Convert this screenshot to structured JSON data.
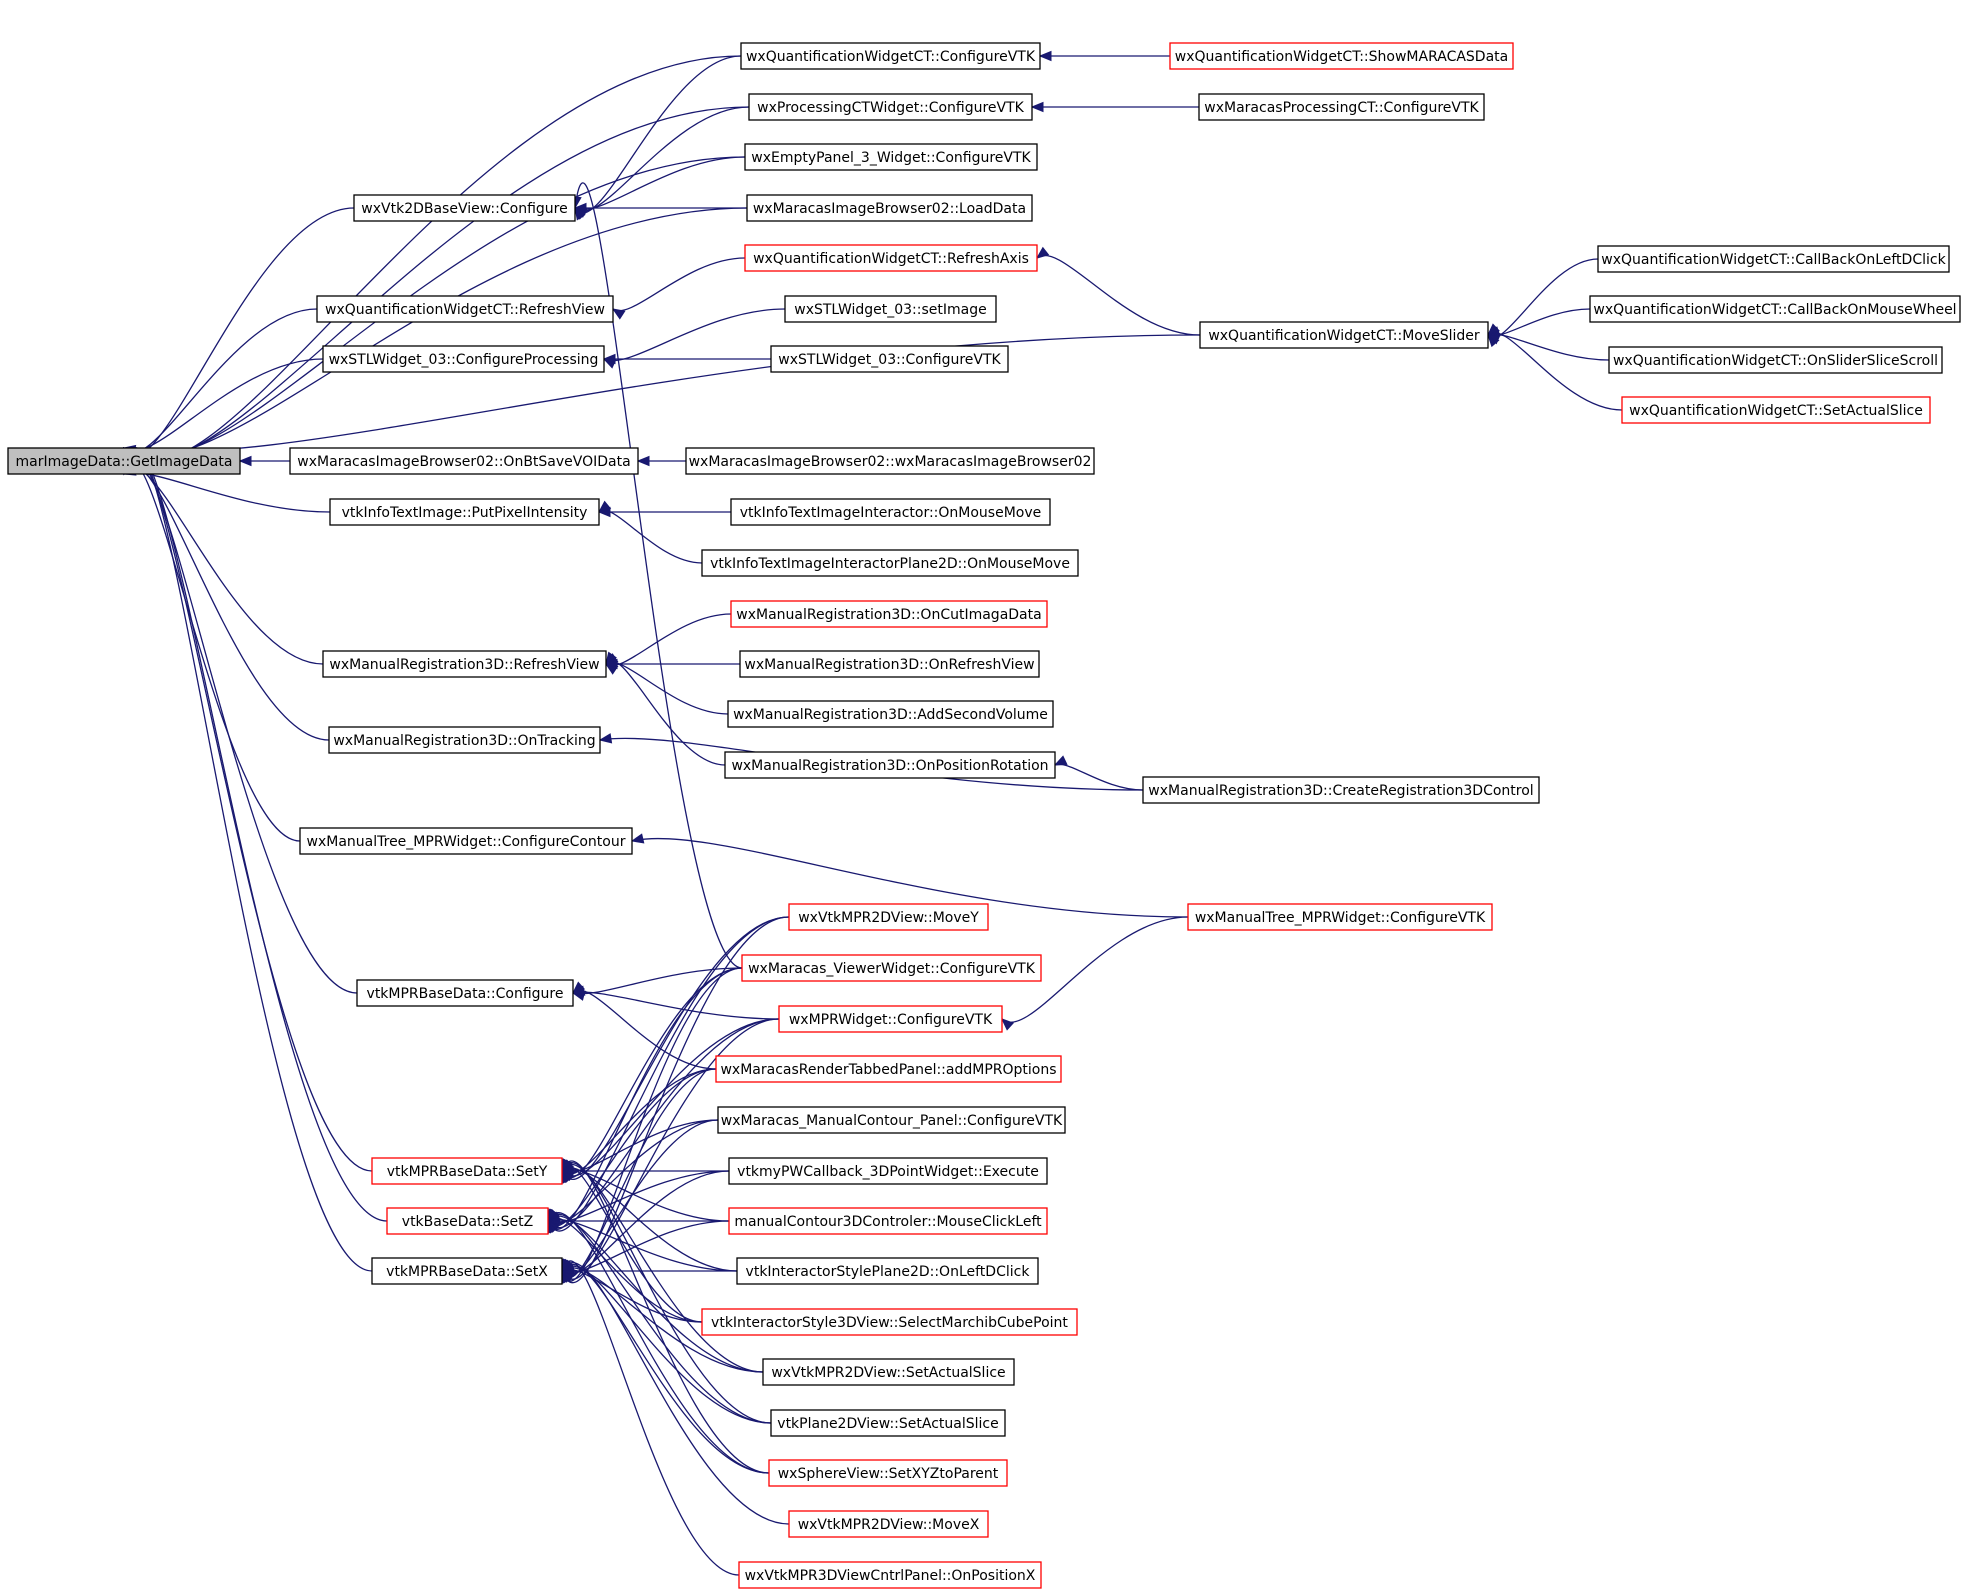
{
  "colors": {
    "edge": "#191970",
    "border_normal": "#000000",
    "border_red": "#ff0000",
    "root_fill": "#bfbfbf"
  },
  "nodes": [
    {
      "id": "root",
      "label": "marImageData::GetImageData",
      "style": "root"
    },
    {
      "id": "qwc_configvtk",
      "label": "wxQuantificationWidgetCT::ConfigureVTK",
      "style": "normal"
    },
    {
      "id": "qwc_showmaracas",
      "label": "wxQuantificationWidgetCT::ShowMARACASData",
      "style": "red"
    },
    {
      "id": "pct_configvtk",
      "label": "wxProcessingCTWidget::ConfigureVTK",
      "style": "normal"
    },
    {
      "id": "mpct_configvtk",
      "label": "wxMaracasProcessingCT::ConfigureVTK",
      "style": "normal"
    },
    {
      "id": "empty_configvtk",
      "label": "wxEmptyPanel_3_Widget::ConfigureVTK",
      "style": "normal"
    },
    {
      "id": "vtk2d_configure",
      "label": "wxVtk2DBaseView::Configure",
      "style": "normal"
    },
    {
      "id": "mib_loaddata",
      "label": "wxMaracasImageBrowser02::LoadData",
      "style": "normal"
    },
    {
      "id": "qwc_refreshaxis",
      "label": "wxQuantificationWidgetCT::RefreshAxis",
      "style": "red"
    },
    {
      "id": "qwc_refreshview",
      "label": "wxQuantificationWidgetCT::RefreshView",
      "style": "normal"
    },
    {
      "id": "stl_setimage",
      "label": "wxSTLWidget_03::setImage",
      "style": "normal"
    },
    {
      "id": "stl_configproc",
      "label": "wxSTLWidget_03::ConfigureProcessing",
      "style": "normal"
    },
    {
      "id": "stl_configvtk",
      "label": "wxSTLWidget_03::ConfigureVTK",
      "style": "normal"
    },
    {
      "id": "qwc_moveslider",
      "label": "wxQuantificationWidgetCT::MoveSlider",
      "style": "normal"
    },
    {
      "id": "qwc_cbleftdclick",
      "label": "wxQuantificationWidgetCT::CallBackOnLeftDClick",
      "style": "normal"
    },
    {
      "id": "qwc_cbmousewheel",
      "label": "wxQuantificationWidgetCT::CallBackOnMouseWheel",
      "style": "normal"
    },
    {
      "id": "qwc_onsliderscroll",
      "label": "wxQuantificationWidgetCT::OnSliderSliceScroll",
      "style": "normal"
    },
    {
      "id": "qwc_setactualslice",
      "label": "wxQuantificationWidgetCT::SetActualSlice",
      "style": "red"
    },
    {
      "id": "mib_onbtsave",
      "label": "wxMaracasImageBrowser02::OnBtSaveVOIData",
      "style": "normal"
    },
    {
      "id": "mib_ctor",
      "label": "wxMaracasImageBrowser02::wxMaracasImageBrowser02",
      "style": "normal"
    },
    {
      "id": "vti_putpixel",
      "label": "vtkInfoTextImage::PutPixelIntensity",
      "style": "normal"
    },
    {
      "id": "vtii_onmousemove",
      "label": "vtkInfoTextImageInteractor::OnMouseMove",
      "style": "normal"
    },
    {
      "id": "vtii2d_onmousemove",
      "label": "vtkInfoTextImageInteractorPlane2D::OnMouseMove",
      "style": "normal"
    },
    {
      "id": "mr3d_oncut",
      "label": "wxManualRegistration3D::OnCutImagaData",
      "style": "red"
    },
    {
      "id": "mr3d_refreshview",
      "label": "wxManualRegistration3D::RefreshView",
      "style": "normal"
    },
    {
      "id": "mr3d_onrefreshview",
      "label": "wxManualRegistration3D::OnRefreshView",
      "style": "normal"
    },
    {
      "id": "mr3d_addsecond",
      "label": "wxManualRegistration3D::AddSecondVolume",
      "style": "normal"
    },
    {
      "id": "mr3d_ontracking",
      "label": "wxManualRegistration3D::OnTracking",
      "style": "normal"
    },
    {
      "id": "mr3d_onposrot",
      "label": "wxManualRegistration3D::OnPositionRotation",
      "style": "normal"
    },
    {
      "id": "mr3d_createreg",
      "label": "wxManualRegistration3D::CreateRegistration3DControl",
      "style": "normal"
    },
    {
      "id": "mt_configcontour",
      "label": "wxManualTree_MPRWidget::ConfigureContour",
      "style": "normal"
    },
    {
      "id": "mt_configvtk",
      "label": "wxManualTree_MPRWidget::ConfigureVTK",
      "style": "red"
    },
    {
      "id": "vmpr2d_movey",
      "label": "wxVtkMPR2DView::MoveY",
      "style": "red"
    },
    {
      "id": "mvw_configvtk",
      "label": "wxMaracas_ViewerWidget::ConfigureVTK",
      "style": "red"
    },
    {
      "id": "mprbd_configure",
      "label": "vtkMPRBaseData::Configure",
      "style": "normal"
    },
    {
      "id": "mprw_configvtk",
      "label": "wxMPRWidget::ConfigureVTK",
      "style": "red"
    },
    {
      "id": "mrtp_addmpr",
      "label": "wxMaracasRenderTabbedPanel::addMPROptions",
      "style": "red"
    },
    {
      "id": "mmcp_configvtk",
      "label": "wxMaracas_ManualContour_Panel::ConfigureVTK",
      "style": "normal"
    },
    {
      "id": "mprbd_sety",
      "label": "vtkMPRBaseData::SetY",
      "style": "red"
    },
    {
      "id": "pwcb_execute",
      "label": "vtkmyPWCallback_3DPointWidget::Execute",
      "style": "normal"
    },
    {
      "id": "bd_setz",
      "label": "vtkBaseData::SetZ",
      "style": "red"
    },
    {
      "id": "mc3d_mouseclick",
      "label": "manualContour3DControler::MouseClickLeft",
      "style": "red"
    },
    {
      "id": "mprbd_setx",
      "label": "vtkMPRBaseData::SetX",
      "style": "normal"
    },
    {
      "id": "isp2d_onleftdclick",
      "label": "vtkInteractorStylePlane2D::OnLeftDClick",
      "style": "normal"
    },
    {
      "id": "is3dv_selectmc",
      "label": "vtkInteractorStyle3DView::SelectMarchibCubePoint",
      "style": "red"
    },
    {
      "id": "vmpr2d_setactual",
      "label": "wxVtkMPR2DView::SetActualSlice",
      "style": "normal"
    },
    {
      "id": "p2dv_setactual",
      "label": "vtkPlane2DView::SetActualSlice",
      "style": "normal"
    },
    {
      "id": "sv_setxyz",
      "label": "wxSphereView::SetXYZtoParent",
      "style": "red"
    },
    {
      "id": "vmpr2d_movex",
      "label": "wxVtkMPR2DView::MoveX",
      "style": "red"
    },
    {
      "id": "vmpr3d_onposx",
      "label": "wxVtkMPR3DViewCntrlPanel::OnPositionX",
      "style": "red"
    }
  ]
}
